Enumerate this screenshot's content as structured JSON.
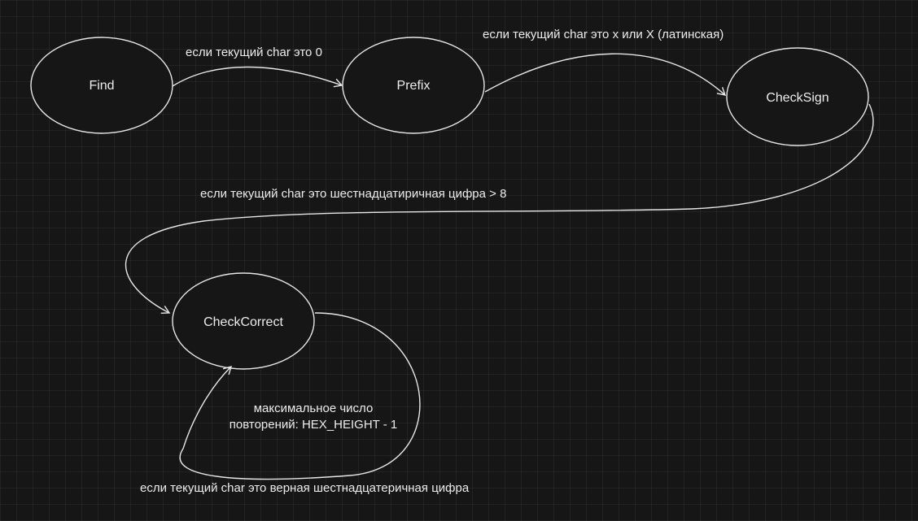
{
  "diagram": {
    "nodes": {
      "find": "Find",
      "prefix": "Prefix",
      "checksign": "CheckSign",
      "checkcorrect": "CheckCorrect"
    },
    "edges": {
      "find_prefix": "если текущий char это 0",
      "prefix_checksign": "если текущий char это x или X (латинская)",
      "checksign_checkcorrect": "если текущий char это шестнадцатиричная цифра > 8",
      "checkcorrect_loop": "если текущий char это верная шестнадцатеричная цифра"
    },
    "note": {
      "line1": "максимальное число",
      "line2": "повторений: HEX_HEIGHT - 1"
    }
  }
}
